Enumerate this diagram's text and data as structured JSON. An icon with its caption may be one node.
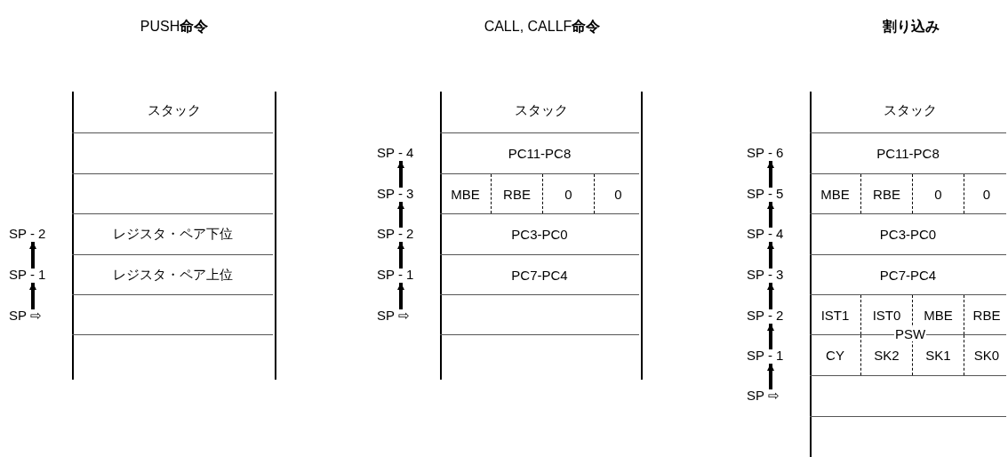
{
  "diagram": {
    "nodes": [
      {
        "text": [
          "スタック"
        ]
      },
      {
        "text": [],
        "shape": "box",
        "in": 0
      },
      {
        "text": [],
        "shape": "box",
        "in": 0
      },
      {
        "text": [
          "レジスタ・ペア下位"
        ],
        "in": 0
      },
      {
        "text": [
          "レジスタ・ペア上位"
        ],
        "in": 0
      },
      {
        "text": [],
        "shape": "box",
        "in": 0
      },
      {
        "text": [],
        "shape": "box",
        "in": 0
      },
      {
        "text": [
          "SP - 2"
        ]
      },
      {
        "text": [
          "SP - 1"
        ]
      },
      {
        "text": [
          "SP ⇨"
        ]
      },
      {
        "text": [
          "スタック"
        ]
      },
      {
        "text": [
          "PC11-PC8"
        ],
        "in": 10
      },
      {
        "text": [
          "MBE",
          "RBE",
          "0",
          "0"
        ],
        "in": 10
      },
      {
        "text": [
          "PC3-PC0"
        ],
        "in": 10
      },
      {
        "text": [
          "PC7-PC4"
        ],
        "in": 10
      },
      {
        "text": [],
        "shape": "box",
        "in": 10
      },
      {
        "text": [],
        "shape": "box",
        "in": 10
      },
      {
        "text": [
          "SP - 4"
        ]
      },
      {
        "text": [
          "SP - 3"
        ]
      },
      {
        "text": [
          "SP - 2"
        ]
      },
      {
        "text": [
          "SP - 1"
        ]
      },
      {
        "text": [
          "SP ⇨"
        ]
      },
      {
        "text": [
          "スタック"
        ]
      },
      {
        "text": [
          "PC11-PC8"
        ],
        "in": 22
      },
      {
        "text": [
          "MBE",
          "RBE",
          "0",
          "0"
        ],
        "in": 22
      },
      {
        "text": [
          "PC3-PC0"
        ],
        "in": 22
      },
      {
        "text": [
          "PC7-PC4"
        ],
        "in": 22
      },
      {
        "text": [
          "IST1",
          "IST0",
          "MBE",
          "RBE"
        ],
        "in": 22
      },
      {
        "text": [
          "CY",
          "SK2",
          "SK1",
          "SK0"
        ],
        "in": 22
      },
      {
        "text": [],
        "shape": "box",
        "in": 22
      },
      {
        "text": [],
        "shape": "box",
        "in": 22
      },
      {
        "text": [
          "SP - 6"
        ]
      },
      {
        "text": [
          "SP - 5"
        ]
      },
      {
        "text": [
          "SP - 4"
        ]
      },
      {
        "text": [
          "SP - 3"
        ]
      },
      {
        "text": [
          "SP - 2"
        ]
      },
      {
        "text": [
          "SP - 1"
        ]
      },
      {
        "text": [
          "SP ⇨"
        ]
      }
    ],
    "edges": [
      {
        "from": 8,
        "to": 7,
        "arrow": "to"
      },
      {
        "from": 9,
        "to": 8,
        "arrow": "to"
      },
      {
        "from": 18,
        "to": 17,
        "arrow": "to"
      },
      {
        "from": 19,
        "to": 18,
        "arrow": "to"
      },
      {
        "from": 20,
        "to": 19,
        "arrow": "to"
      },
      {
        "from": 21,
        "to": 20,
        "arrow": "to"
      },
      {
        "from": 32,
        "to": 31,
        "arrow": "to"
      },
      {
        "from": 33,
        "to": 32,
        "arrow": "to"
      },
      {
        "from": 34,
        "to": 33,
        "arrow": "to"
      },
      {
        "from": 35,
        "to": 34,
        "arrow": "to"
      },
      {
        "from": 36,
        "to": 35,
        "arrow": "to"
      },
      {
        "from": 37,
        "to": 36,
        "arrow": "to"
      }
    ],
    "labels": [
      "PUSH**命令**",
      "CALL, CALLF**命令**",
      "割り込み",
      "PSW"
    ]
  }
}
